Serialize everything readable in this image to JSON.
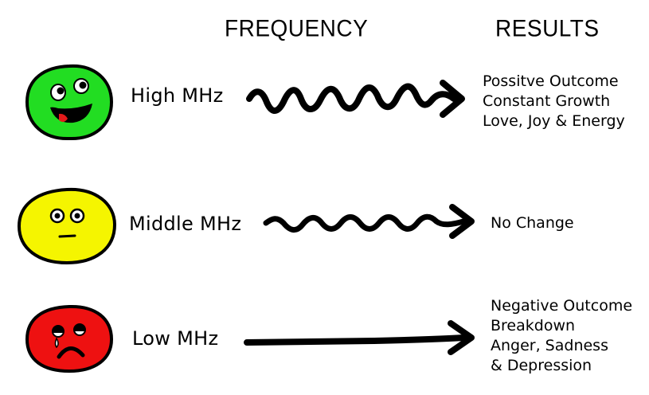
{
  "headers": {
    "frequency": "FREQUENCY",
    "results": "RESULTS"
  },
  "rows": [
    {
      "label": "High MHz",
      "face": "happy-face-icon",
      "face_color": "#22dd22",
      "results": [
        "Possitve Outcome",
        "Constant Growth",
        "Love, Joy & Energy"
      ]
    },
    {
      "label": "Middle MHz",
      "face": "neutral-face-icon",
      "face_color": "#f5f500",
      "results": [
        "No Change"
      ]
    },
    {
      "label": "Low MHz",
      "face": "sad-face-icon",
      "face_color": "#ee1111",
      "results": [
        "Negative Outcome",
        "Breakdown",
        "Anger, Sadness",
        "& Depression"
      ]
    }
  ]
}
